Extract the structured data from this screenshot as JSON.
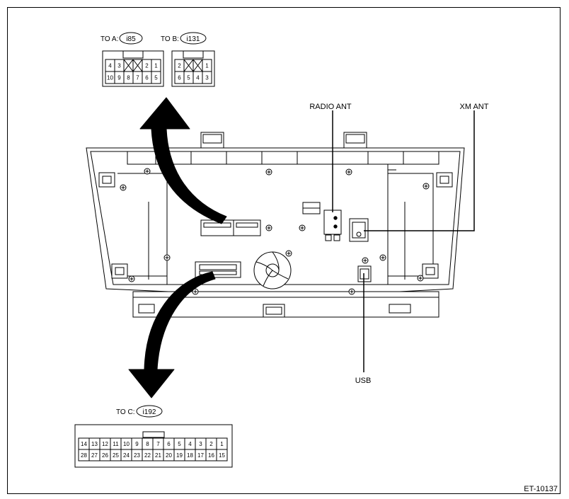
{
  "figure_code": "ET-10137",
  "connectors": {
    "a": {
      "prefix": "TO A:",
      "id": "i85",
      "top_row": [
        "4",
        "3",
        "",
        "",
        "2",
        "1"
      ],
      "bottom_row": [
        "10",
        "9",
        "8",
        "7",
        "6",
        "5"
      ]
    },
    "b": {
      "prefix": "TO B:",
      "id": "i131",
      "top_row": [
        "2",
        "",
        "",
        "1"
      ],
      "bottom_row": [
        "6",
        "5",
        "4",
        "3"
      ]
    },
    "c": {
      "prefix": "TO C:",
      "id": "i192",
      "top_row": [
        "14",
        "13",
        "12",
        "11",
        "10",
        "9",
        "8",
        "7",
        "6",
        "5",
        "4",
        "3",
        "2",
        "1"
      ],
      "bottom_row": [
        "28",
        "27",
        "26",
        "25",
        "24",
        "23",
        "22",
        "21",
        "20",
        "19",
        "18",
        "17",
        "16",
        "15"
      ]
    }
  },
  "callouts": {
    "radio_ant": "RADIO ANT",
    "xm_ant": "XM ANT",
    "usb": "USB"
  }
}
